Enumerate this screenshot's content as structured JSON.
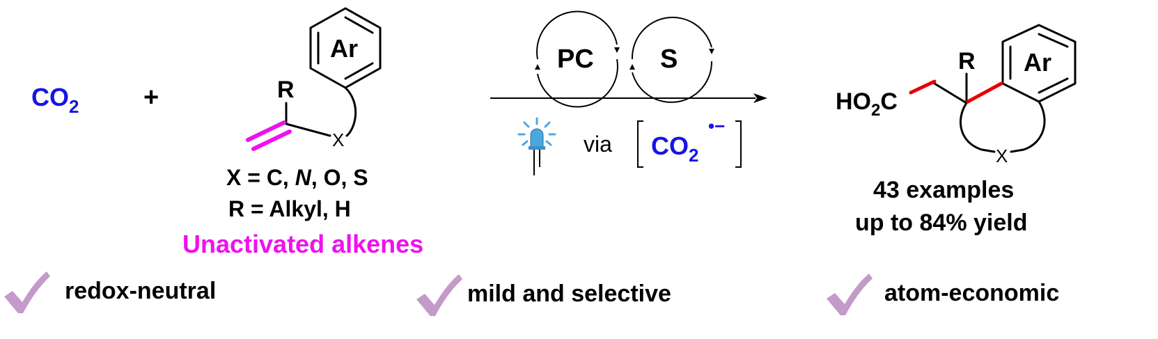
{
  "reactant1": {
    "text": "CO",
    "subscript": "2"
  },
  "plus": "+",
  "substrate": {
    "ring_label": "Ar",
    "R_label": "R",
    "X_label": "X",
    "scope_X": {
      "prefix": "X = C, ",
      "italic": "N",
      "suffix": ", O, S"
    },
    "scope_R": "R = Alkyl, H",
    "class_label": "Unactivated alkenes"
  },
  "conditions": {
    "catalyst_cycle_1": "PC",
    "catalyst_cycle_2": "S",
    "via": "via",
    "radical": {
      "text": "CO",
      "subscript": "2",
      "superscript": "•−"
    }
  },
  "product": {
    "acid": {
      "pre": "HO",
      "sub": "2",
      "post": "C"
    },
    "R_label": "R",
    "ring_label": "Ar",
    "X_label": "X",
    "examples": "43 examples",
    "yield": "up to 84% yield"
  },
  "features": [
    {
      "label": "redox-neutral"
    },
    {
      "label": "mild and selective"
    },
    {
      "label": "atom-economic"
    }
  ],
  "colors": {
    "blue": "#1515e6",
    "magenta": "#ee11ee",
    "red": "#e60000",
    "check": "#c39ac9",
    "bulb": "#4aa8e0",
    "black": "#000000"
  }
}
